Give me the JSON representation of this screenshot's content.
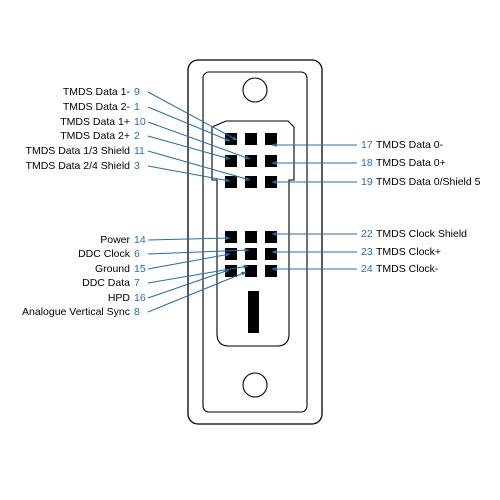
{
  "colors": {
    "outline": "#000000",
    "pin": "#000000",
    "leader": "#1f6fb5",
    "pin_number": "#1f6fb5",
    "label": "#000000"
  },
  "left_pins": [
    {
      "label": "TMDS Data 1-",
      "number": "9"
    },
    {
      "label": "TMDS Data 2-",
      "number": "1"
    },
    {
      "label": "TMDS Data 1+",
      "number": "10"
    },
    {
      "label": "TMDS Data 2+",
      "number": "2"
    },
    {
      "label": "TMDS Data 1/3 Shield",
      "number": "11"
    },
    {
      "label": "TMDS Data 2/4 Shield",
      "number": "3"
    },
    {
      "label": "Power",
      "number": "14"
    },
    {
      "label": "DDC Clock",
      "number": "6"
    },
    {
      "label": "Ground",
      "number": "15"
    },
    {
      "label": "DDC Data",
      "number": "7"
    },
    {
      "label": "HPD",
      "number": "16"
    },
    {
      "label": "Analogue Vertical Sync",
      "number": "8"
    }
  ],
  "right_pins": [
    {
      "label": "TMDS Data 0-",
      "number": "17"
    },
    {
      "label": "TMDS Data 0+",
      "number": "18"
    },
    {
      "label": "TMDS Data 0/Shield 5",
      "number": "19"
    },
    {
      "label": "TMDS Clock Shield",
      "number": "22"
    },
    {
      "label": "TMDS Clock+",
      "number": "23"
    },
    {
      "label": "TMDS Clock-",
      "number": "24"
    }
  ]
}
